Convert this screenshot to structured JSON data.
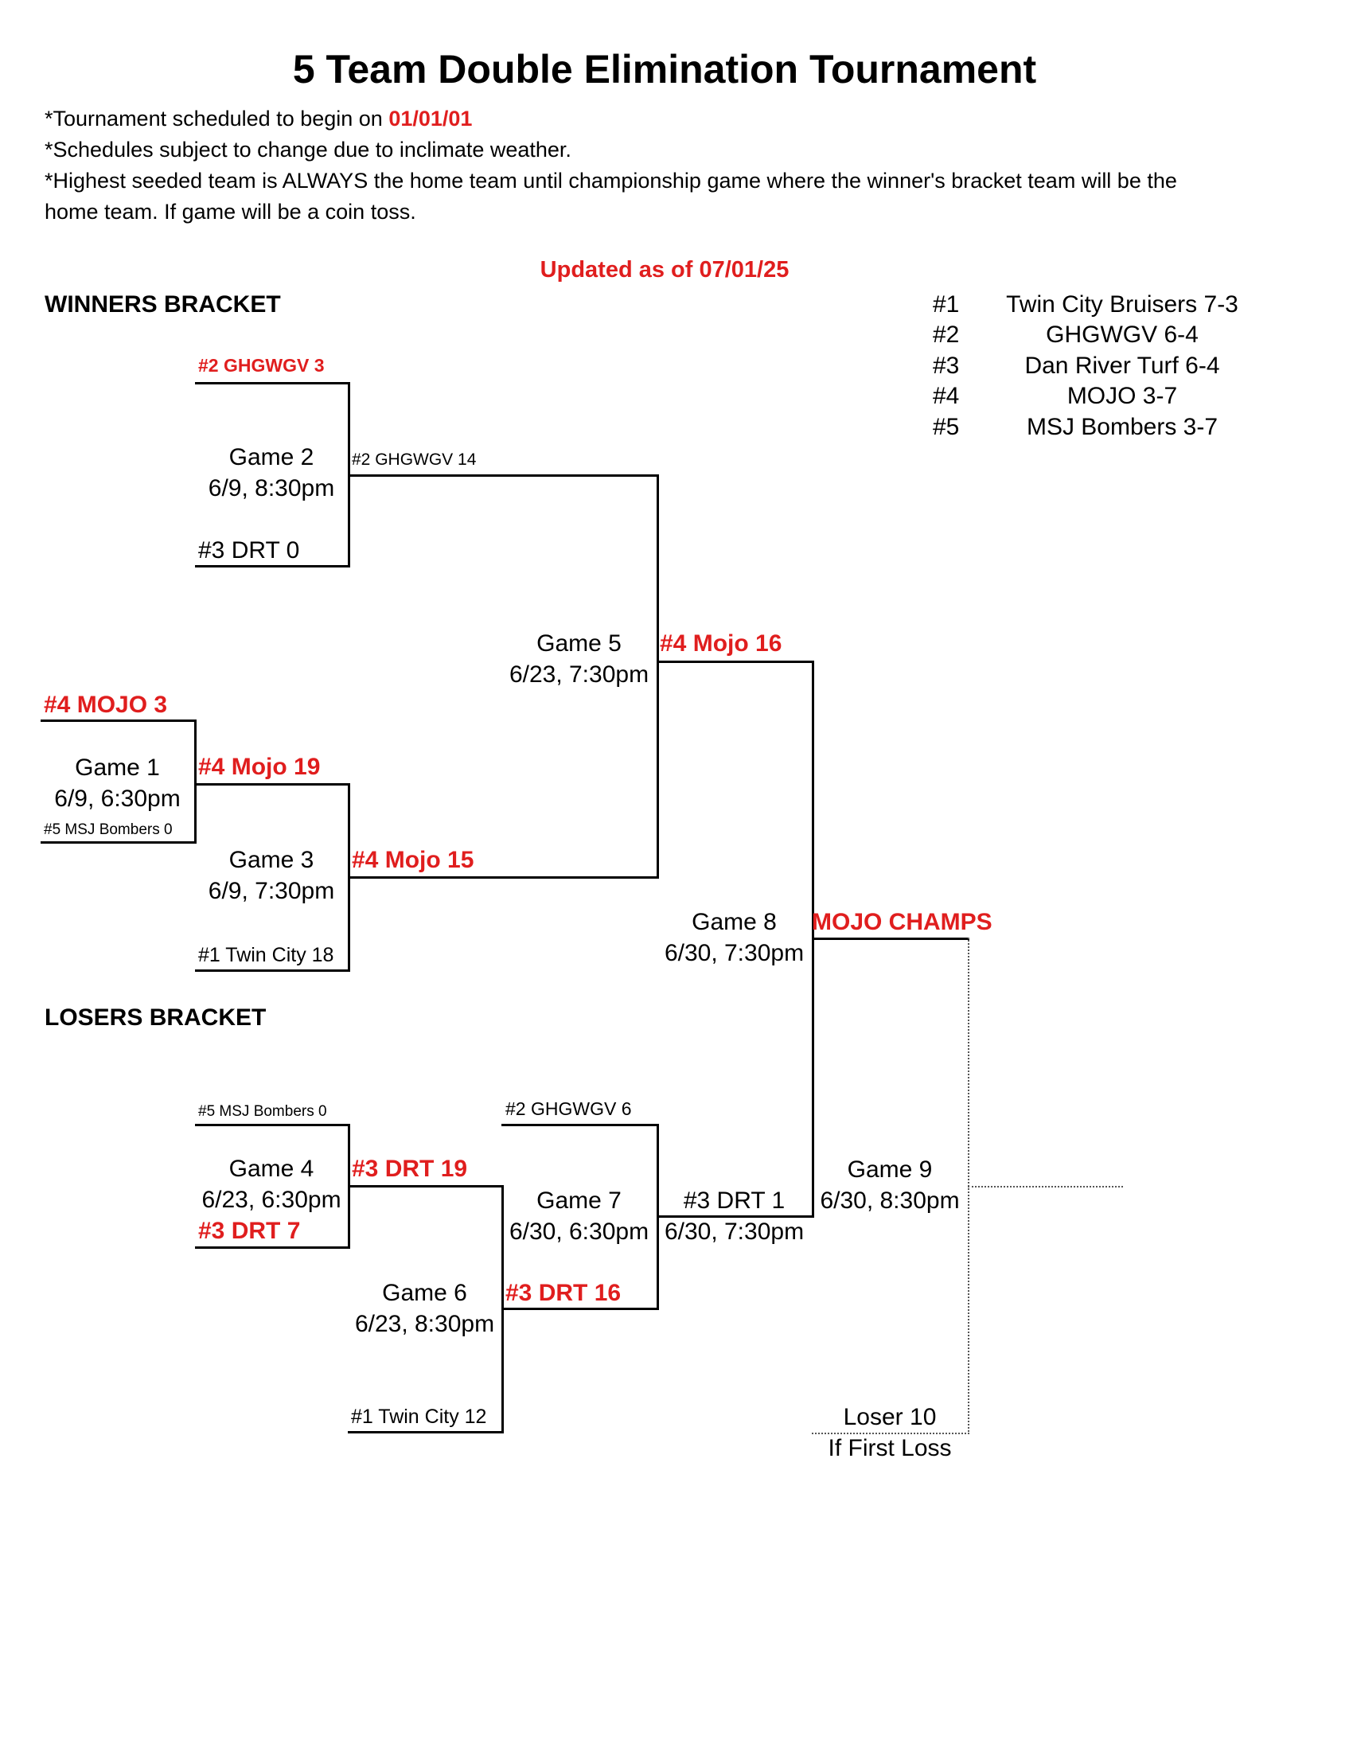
{
  "title": "5 Team Double Elimination Tournament",
  "notes": {
    "start_prefix": "*Tournament scheduled to begin on ",
    "start_date": "01/01/01",
    "weather": "*Schedules subject to change due to inclimate weather.",
    "home_line1": "*Highest seeded team is ALWAYS the home team until championship game where the winner's bracket team will be the",
    "home_line2": " home team.  If game will be a coin toss."
  },
  "updated": "Updated as of 07/01/25",
  "headers": {
    "winners": "WINNERS BRACKET",
    "losers": "LOSERS BRACKET"
  },
  "seeds": [
    {
      "num": "#1",
      "name": "Twin City Bruisers 7-3"
    },
    {
      "num": "#2",
      "name": "GHGWGV 6-4"
    },
    {
      "num": "#3",
      "name": "Dan River Turf 6-4"
    },
    {
      "num": "#4",
      "name": "MOJO 3-7"
    },
    {
      "num": "#5",
      "name": "MSJ Bombers 3-7"
    }
  ],
  "games": {
    "g1": {
      "name": "Game 1",
      "time": "6/9, 6:30pm",
      "top": "#4 MOJO 3",
      "bottom": "#5 MSJ Bombers 0",
      "winner": "#4 Mojo 19"
    },
    "g2": {
      "name": "Game 2",
      "time": "6/9, 8:30pm",
      "top": "#2 GHGWGV 3",
      "bottom": "#3 DRT 0",
      "winner": "#2 GHGWGV 14"
    },
    "g3": {
      "name": "Game 3",
      "time": "6/9, 7:30pm",
      "bottom": "#1 Twin City 18",
      "winner": "#4 Mojo 15"
    },
    "g4": {
      "name": "Game 4",
      "time": "6/23, 6:30pm",
      "top": "#5 MSJ Bombers 0",
      "bottom": "#3 DRT 7",
      "winner": "#3 DRT 19"
    },
    "g5": {
      "name": "Game 5",
      "time": "6/23, 7:30pm",
      "winner": "#4 Mojo 16"
    },
    "g6": {
      "name": "Game 6",
      "time": "6/23, 8:30pm",
      "bottom": "#1 Twin City 12",
      "winner": "#3 DRT 16"
    },
    "g7": {
      "name": "Game 7",
      "time": "6/30, 6:30pm",
      "top": "#2 GHGWGV 6",
      "winner": "#3 DRT 1",
      "winner_time": "6/30, 7:30pm"
    },
    "g8": {
      "name": "Game 8",
      "time": "6/30, 7:30pm",
      "winner": "MOJO CHAMPS"
    },
    "g9": {
      "name": "Game 9",
      "time": "6/30, 8:30pm",
      "loser_line1": "Loser 10",
      "loser_line2": "If First Loss"
    }
  }
}
